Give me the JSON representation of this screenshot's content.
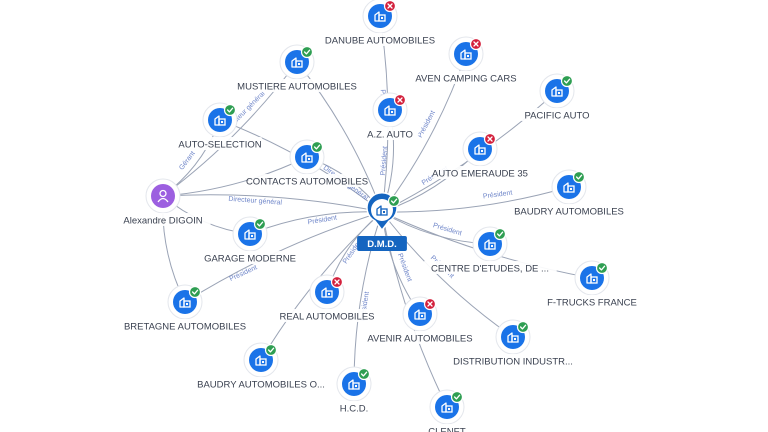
{
  "colors": {
    "company": "#1a73e8",
    "center": "#1565c0",
    "person": "#9c5fe0",
    "active": "#2e9e52",
    "closed": "#d3203c",
    "edge": "#9aa3b5",
    "edge_label": "#6f86c9"
  },
  "center": {
    "name": "D.M.D.",
    "status": "active",
    "icon": "building-icon"
  },
  "person": {
    "name": "Alexandre DIGOIN",
    "icon": "person-icon"
  },
  "companies": [
    {
      "name": "DANUBE AUTOMOBILES",
      "status": "closed",
      "icon": "building-icon"
    },
    {
      "name": "MUSTIERE AUTOMOBILES",
      "status": "active",
      "icon": "building-icon"
    },
    {
      "name": "AVEN CAMPING CARS",
      "status": "closed",
      "icon": "building-icon"
    },
    {
      "name": "PACIFIC AUTO",
      "status": "active",
      "icon": "building-icon"
    },
    {
      "name": "A.Z. AUTO",
      "status": "closed",
      "icon": "building-icon"
    },
    {
      "name": "AUTO-SELECTION",
      "status": "active",
      "icon": "building-icon"
    },
    {
      "name": "AUTO EMERAUDE 35",
      "status": "closed",
      "icon": "building-icon"
    },
    {
      "name": "CONTACTS AUTOMOBILES",
      "status": "active",
      "icon": "building-icon"
    },
    {
      "name": "BAUDRY AUTOMOBILES",
      "status": "active",
      "icon": "building-icon"
    },
    {
      "name": "GARAGE MODERNE",
      "status": "active",
      "icon": "building-icon"
    },
    {
      "name": "CENTRE D'ETUDES, DE ...",
      "status": "active",
      "icon": "building-icon"
    },
    {
      "name": "F-TRUCKS FRANCE",
      "status": "active",
      "icon": "building-icon"
    },
    {
      "name": "BRETAGNE AUTOMOBILES",
      "status": "active",
      "icon": "building-icon"
    },
    {
      "name": "REAL AUTOMOBILES",
      "status": "closed",
      "icon": "building-icon"
    },
    {
      "name": "AVENIR AUTOMOBILES",
      "status": "closed",
      "icon": "building-icon"
    },
    {
      "name": "DISTRIBUTION INDUSTR...",
      "status": "active",
      "icon": "building-icon"
    },
    {
      "name": "BAUDRY AUTOMOBILES O...",
      "status": "active",
      "icon": "building-icon"
    },
    {
      "name": "H.C.D.",
      "status": "active",
      "icon": "building-icon"
    },
    {
      "name": "CLENET",
      "status": "active",
      "icon": "building-icon"
    }
  ],
  "edge_labels": {
    "president": "Président",
    "directeur_general": "Directeur général",
    "gerant": "Gérant"
  }
}
